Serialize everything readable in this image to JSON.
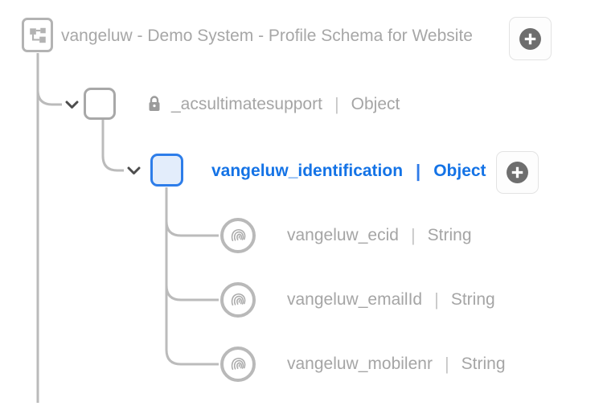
{
  "header": {
    "title": "vangeluw - Demo System - Profile Schema for Website",
    "add_button_tooltip": "Add"
  },
  "tree": {
    "separator": "|",
    "nodes": [
      {
        "label": "_acsultimatesupport",
        "type": "Object",
        "locked": true,
        "expanded": true,
        "selected": false
      },
      {
        "label": "vangeluw_identification",
        "type": "Object",
        "locked": false,
        "expanded": true,
        "selected": true
      },
      {
        "label": "vangeluw_ecid",
        "type": "String",
        "icon": "fingerprint"
      },
      {
        "label": "vangeluw_emailId",
        "type": "String",
        "icon": "fingerprint"
      },
      {
        "label": "vangeluw_mobilenr",
        "type": "String",
        "icon": "fingerprint"
      }
    ]
  },
  "colors": {
    "accent_blue": "#1473e6",
    "selected_border": "#2d7de9",
    "selected_fill": "#e3edfb",
    "gray_text": "#a5a5a5",
    "line_gray": "#bbbbbb",
    "plus_circle": "#6e6e6e"
  }
}
